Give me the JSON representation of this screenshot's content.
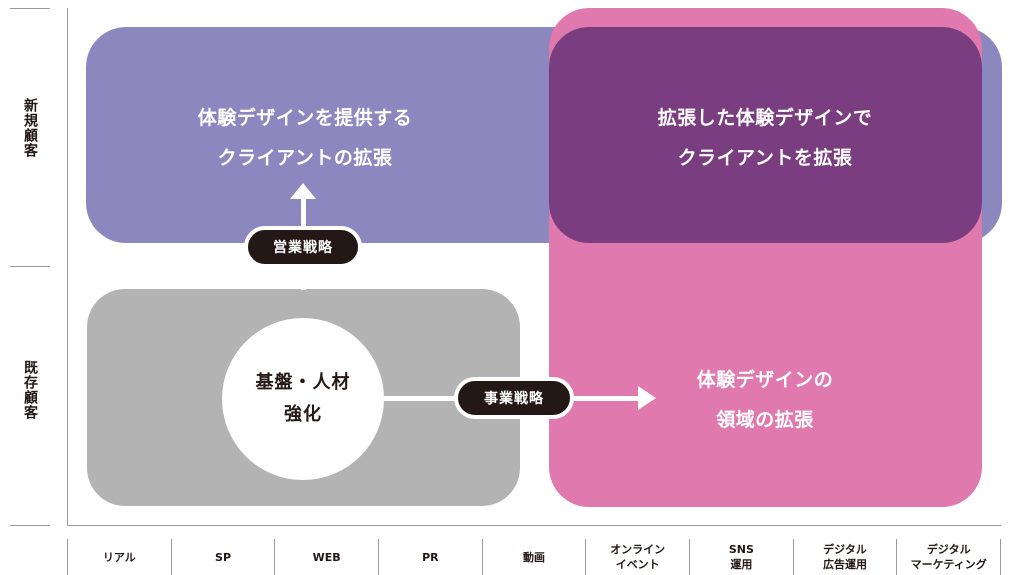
{
  "rows": {
    "new_customers": "新規顧客",
    "existing_customers": "既存顧客"
  },
  "regions": {
    "top_left": [
      "体験デザインを提供する",
      "クライアントの拡張"
    ],
    "top_right": [
      "拡張した体験デザインで",
      "クライアントを拡張"
    ],
    "bottom_right": [
      "体験デザインの",
      "領域の拡張"
    ]
  },
  "core": [
    "基盤・人材",
    "強化"
  ],
  "strategies": {
    "sales": "営業戦略",
    "business": "事業戦略"
  },
  "categories": [
    [
      "リアル"
    ],
    [
      "SP"
    ],
    [
      "WEB"
    ],
    [
      "PR"
    ],
    [
      "動画"
    ],
    [
      "オンライン",
      "イベント"
    ],
    [
      "SNS",
      "運用"
    ],
    [
      "デジタル",
      "広告運用"
    ],
    [
      "デジタル",
      "マーケティング"
    ]
  ],
  "colors": {
    "purple": "#8d87bf",
    "pink": "#e07aae",
    "overlap": "#7a3e80",
    "gray": "#b3b3b3",
    "pill": "#231815"
  }
}
